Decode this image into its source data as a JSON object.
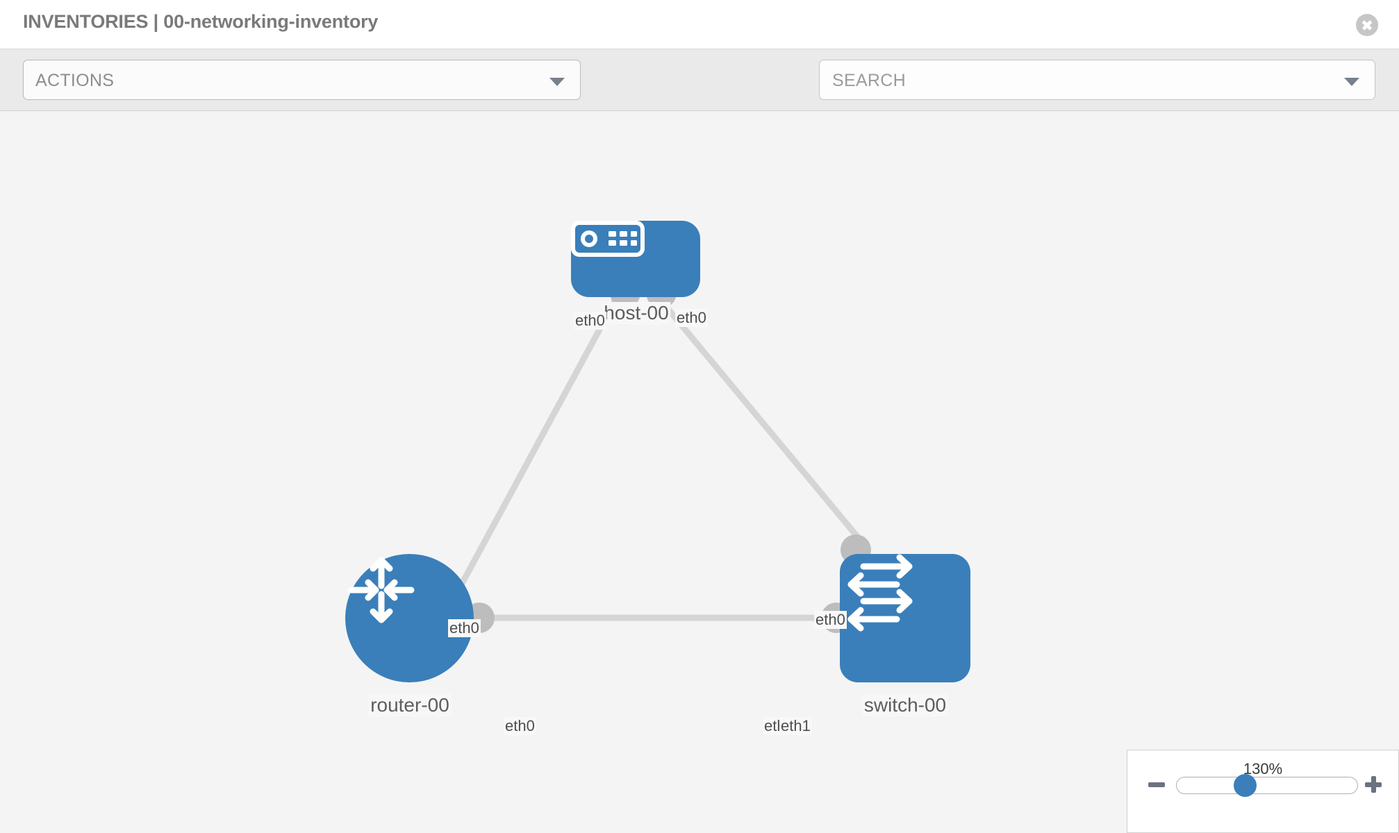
{
  "header": {
    "title": "INVENTORIES | 00-networking-inventory",
    "close_icon": "close-circle-icon"
  },
  "toolbar": {
    "actions_label": "ACTIONS",
    "actions_caret_icon": "chevron-down-icon",
    "wrench_icon": "wrench-icon",
    "key_icon": "key-icon",
    "search_placeholder": "SEARCH",
    "search_caret_icon": "chevron-down-icon"
  },
  "topology": {
    "nodes": [
      {
        "id": "host",
        "label": "host-00",
        "icon": "server-icon",
        "shape": "rounded"
      },
      {
        "id": "router",
        "label": "router-00",
        "icon": "router-arrows-icon",
        "shape": "circle"
      },
      {
        "id": "switch",
        "label": "switch-00",
        "icon": "switch-arrows-icon",
        "shape": "rounded"
      }
    ],
    "links": [
      {
        "from": "host",
        "to": "router",
        "from_iface": "eth0",
        "to_iface": "eth0"
      },
      {
        "from": "host",
        "to": "switch",
        "from_iface": "eth0",
        "to_iface": "eth0"
      },
      {
        "from": "router",
        "to": "switch",
        "from_iface": "eth0",
        "to_iface": "eth1"
      }
    ],
    "iface_labels": {
      "host_left": "eth0",
      "host_right": "eth0",
      "router_up": "eth0",
      "switch_up": "eth0",
      "router_right": "eth0",
      "switch_left_under": "eth",
      "switch_left": "eth1"
    },
    "node_color": "#3a7fba",
    "link_color": "#d5d5d5",
    "port_color": "#bdbdbd"
  },
  "zoom_control": {
    "value": "130%",
    "minus_icon": "minus-icon",
    "plus_icon": "plus-icon"
  }
}
